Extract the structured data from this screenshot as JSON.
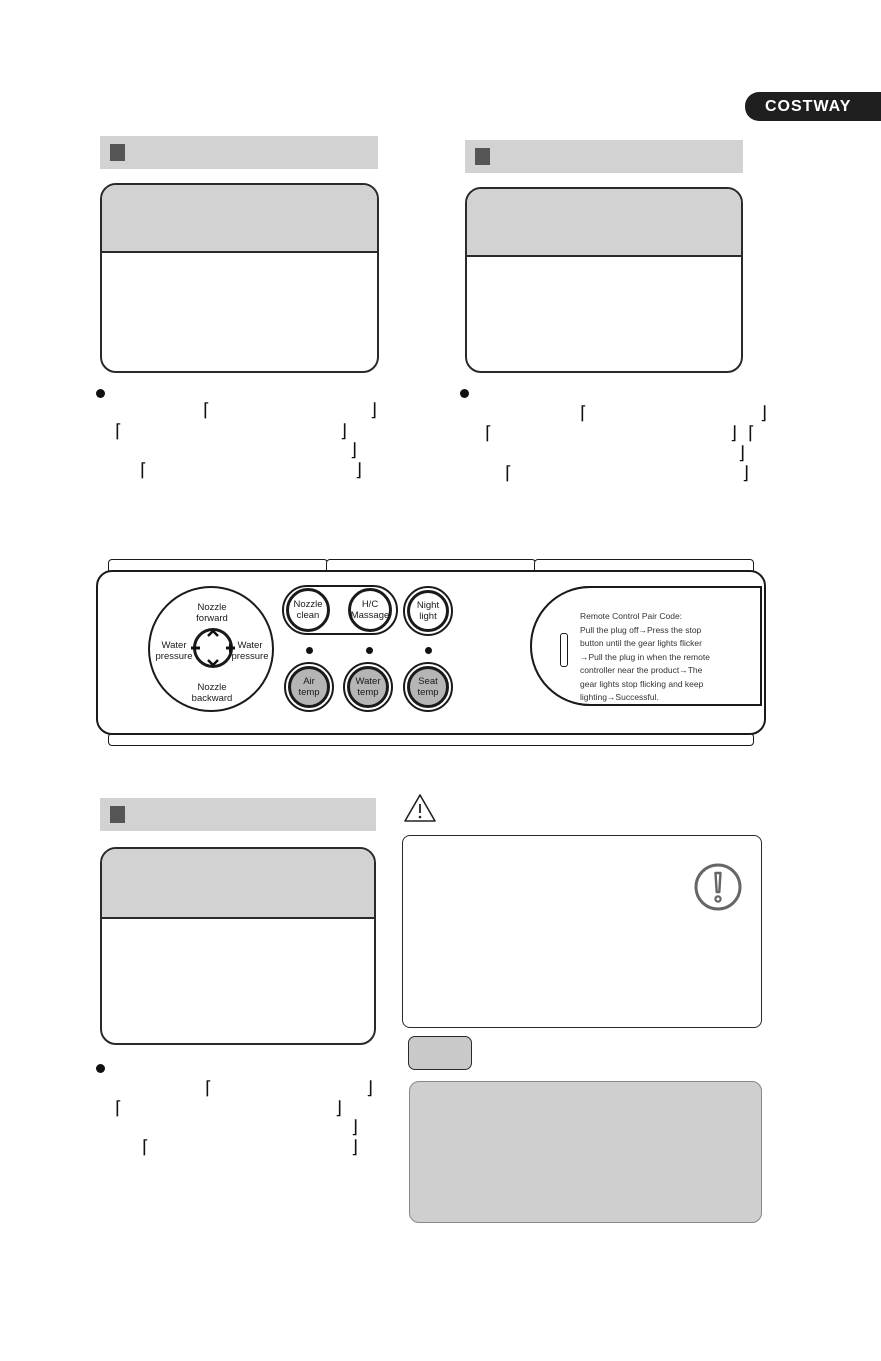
{
  "brand": {
    "name": "COSTWAY"
  },
  "remote": {
    "dpad": {
      "top_label": "Nozzle\nforward",
      "bottom_label": "Nozzle\nbackward",
      "left_label": "Water\npressure",
      "right_label": "Water\npressure",
      "up_icon": "chevron-up",
      "down_icon": "chevron-down",
      "minus_icon": "minus",
      "plus_icon": "plus"
    },
    "buttons": {
      "nozzle_clean": "Nozzle\nclean",
      "hc_massage": "H/C\nMassage",
      "night_light": "Night\nlight",
      "air_temp": "Air\ntemp",
      "water_temp": "Water\ntemp",
      "seat_temp": "Seat\ntemp"
    },
    "pair_code": {
      "lines": [
        "Remote Control Pair Code:",
        "Pull the plug off→Press the stop",
        "button until the gear lights flicker",
        "→Pull the plug in when the remote",
        "controller near the product→The",
        "gear lights stop flicking and keep",
        "lighting→Successful."
      ]
    }
  },
  "icons": {
    "warning": "warning-triangle",
    "caution": "exclamation-circle"
  },
  "colors": {
    "brand_bg": "#1f1f1f",
    "section_bar": "#d2d2d2",
    "note_box": "#cfcfcf",
    "temp_button": "#b5b5b5"
  }
}
